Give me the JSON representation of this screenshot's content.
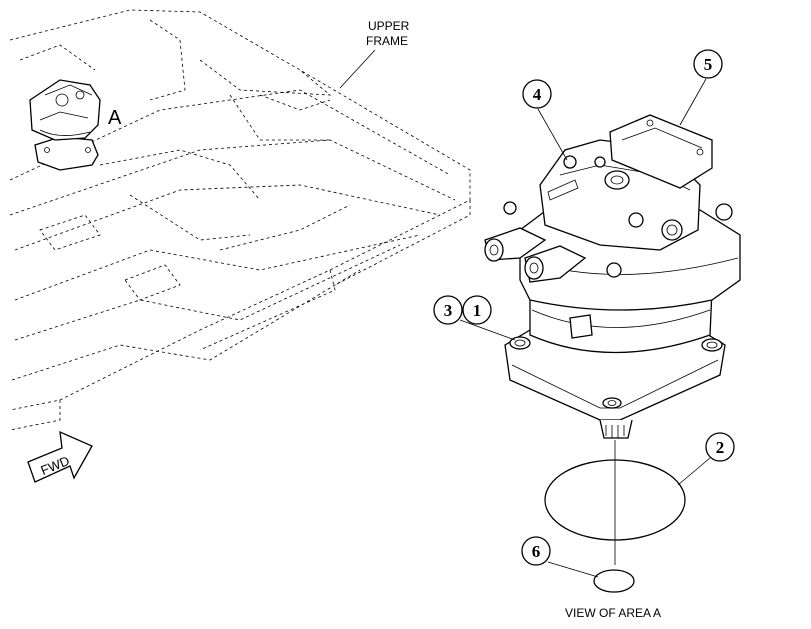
{
  "labels": {
    "upper_frame_line1": "UPPER",
    "upper_frame_line2": "FRAME",
    "area_marker": "A",
    "fwd": "FWD",
    "view_caption": "VIEW OF AREA A"
  },
  "callouts": [
    {
      "id": "c1",
      "num": "1"
    },
    {
      "id": "c2",
      "num": "2"
    },
    {
      "id": "c3",
      "num": "3"
    },
    {
      "id": "c4",
      "num": "4"
    },
    {
      "id": "c5",
      "num": "5"
    },
    {
      "id": "c6",
      "num": "6"
    }
  ]
}
